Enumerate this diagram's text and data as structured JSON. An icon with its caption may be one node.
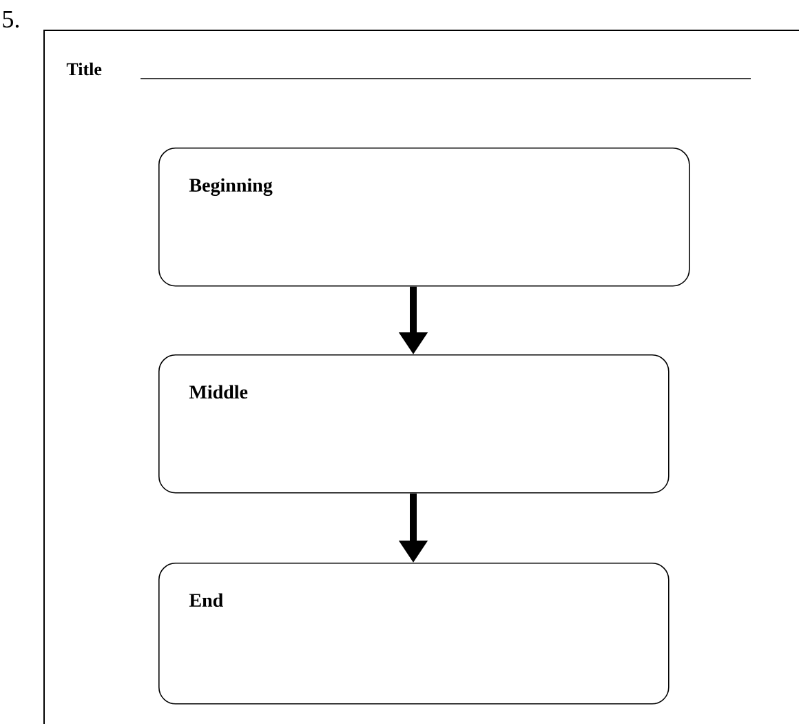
{
  "diagram": {
    "nodes": [
      {
        "text": [
          "Beginning"
        ]
      },
      {
        "text": [
          "Middle"
        ]
      },
      {
        "text": [
          "End"
        ]
      }
    ],
    "edges": [
      {
        "from": 0,
        "to": 1,
        "arrow": "to"
      },
      {
        "from": 1,
        "to": 2,
        "arrow": "to"
      }
    ],
    "labels": [
      "5.",
      "Title"
    ]
  }
}
